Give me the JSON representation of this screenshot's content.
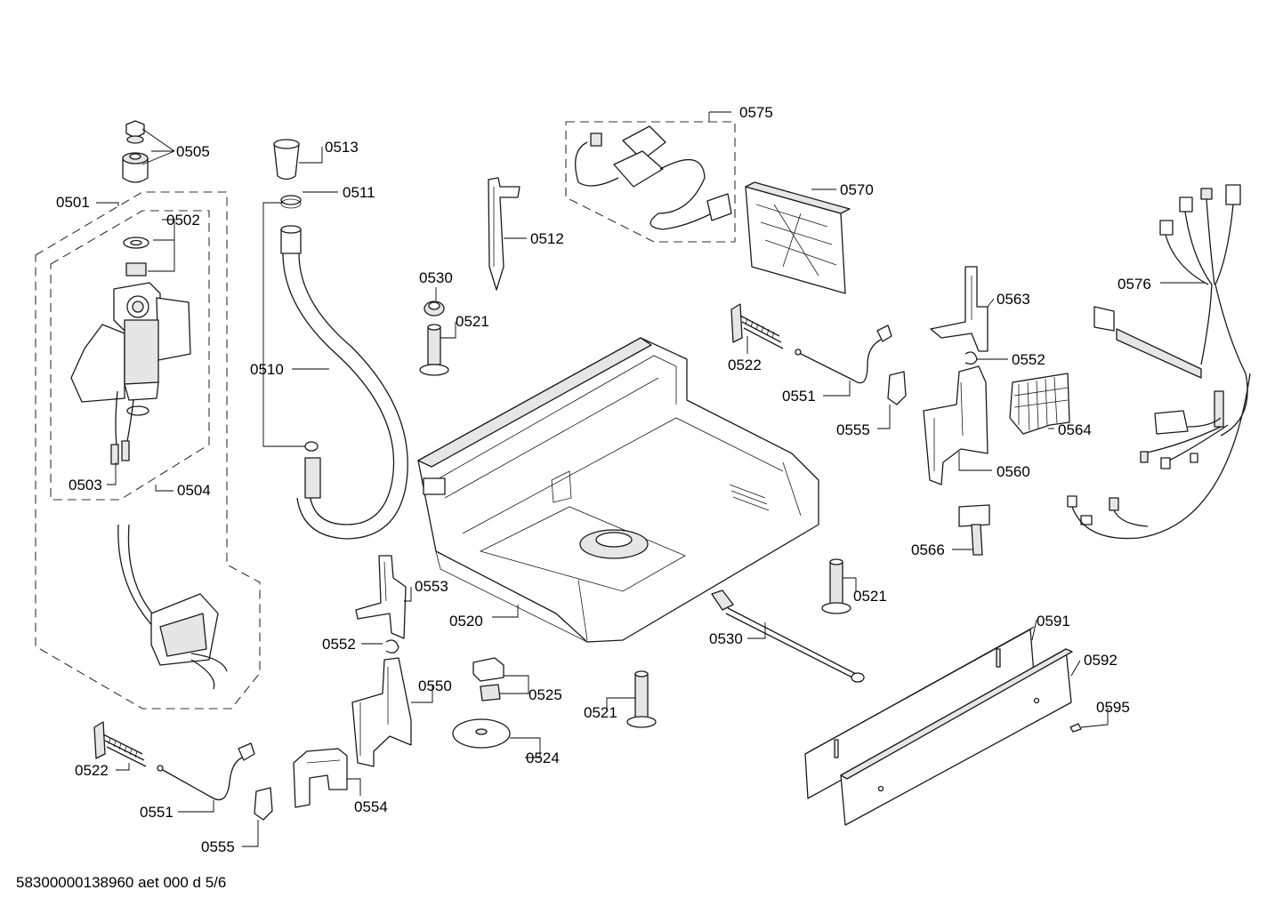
{
  "diagram": {
    "footer_text": "58300000138960 aet 000 d 5/6",
    "labels": {
      "l0505": "0505",
      "l0513": "0513",
      "l0511": "0511",
      "l0501": "0501",
      "l0502": "0502",
      "l0503": "0503",
      "l0504": "0504",
      "l0510": "0510",
      "l0512": "0512",
      "l0530a": "0530",
      "l0521a": "0521",
      "l0575": "0575",
      "l0570": "0570",
      "l0576": "0576",
      "l0563": "0563",
      "l0552a": "0552",
      "l0522a": "0522",
      "l0551a": "0551",
      "l0555a": "0555",
      "l0564": "0564",
      "l0560": "0560",
      "l0566": "0566",
      "l0521b": "0521",
      "l0553": "0553",
      "l0520": "0520",
      "l0552b": "0552",
      "l0550": "0550",
      "l0525": "0525",
      "l0530b": "0530",
      "l0521c": "0521",
      "l0524": "0524",
      "l0591": "0591",
      "l0592": "0592",
      "l0595": "0595",
      "l0522b": "0522",
      "l0551b": "0551",
      "l0554": "0554",
      "l0555b": "0555"
    }
  }
}
